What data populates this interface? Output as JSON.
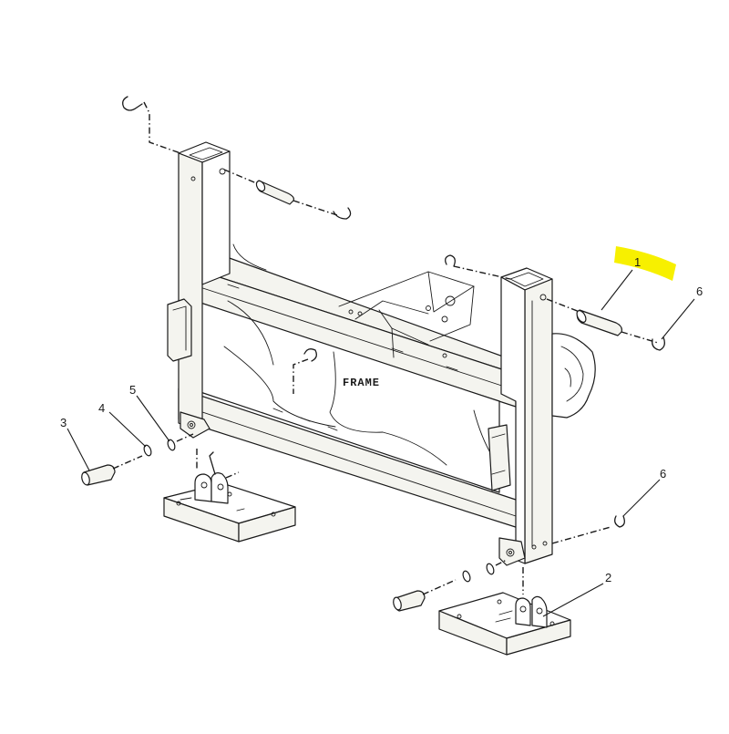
{
  "diagram": {
    "frame_label": "FRAME",
    "callouts": [
      {
        "id": "callout-1",
        "label": "1"
      },
      {
        "id": "callout-2",
        "label": "2"
      },
      {
        "id": "callout-3",
        "label": "3"
      },
      {
        "id": "callout-4",
        "label": "4"
      },
      {
        "id": "callout-5",
        "label": "5"
      },
      {
        "id": "callout-6-top",
        "label": "6"
      },
      {
        "id": "callout-6-bottom",
        "label": "6"
      }
    ],
    "highlight_color": "#f7f000"
  }
}
